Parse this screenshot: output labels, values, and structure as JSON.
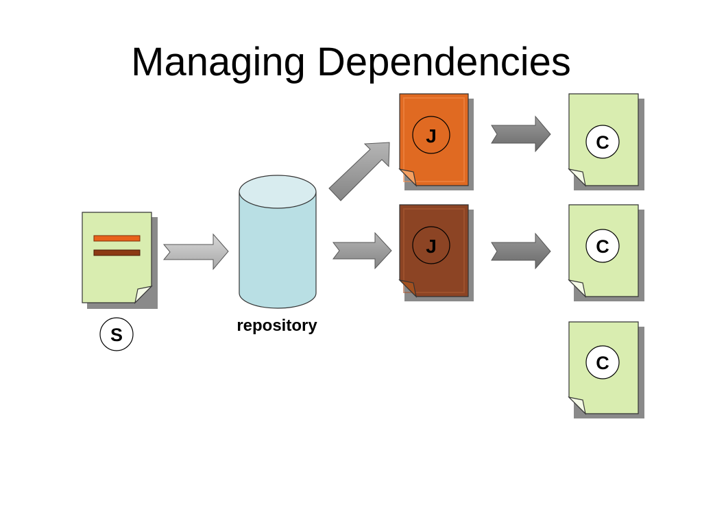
{
  "title": "Managing Dependencies",
  "source_label": "S",
  "repository_label": "repository",
  "jar_labels": [
    "J",
    "J"
  ],
  "class_labels": [
    "C",
    "C",
    "C"
  ],
  "colors": {
    "page_fill": "#d9edb0",
    "jar_orange": "#e06a22",
    "jar_brown": "#8c4424",
    "cylinder_body": "#b9dfe4",
    "cylinder_top": "#d8ecef",
    "arrow_light": "#bdbdbd",
    "arrow_mid": "#9a9a9a",
    "arrow_dark": "#7c7c7c"
  }
}
